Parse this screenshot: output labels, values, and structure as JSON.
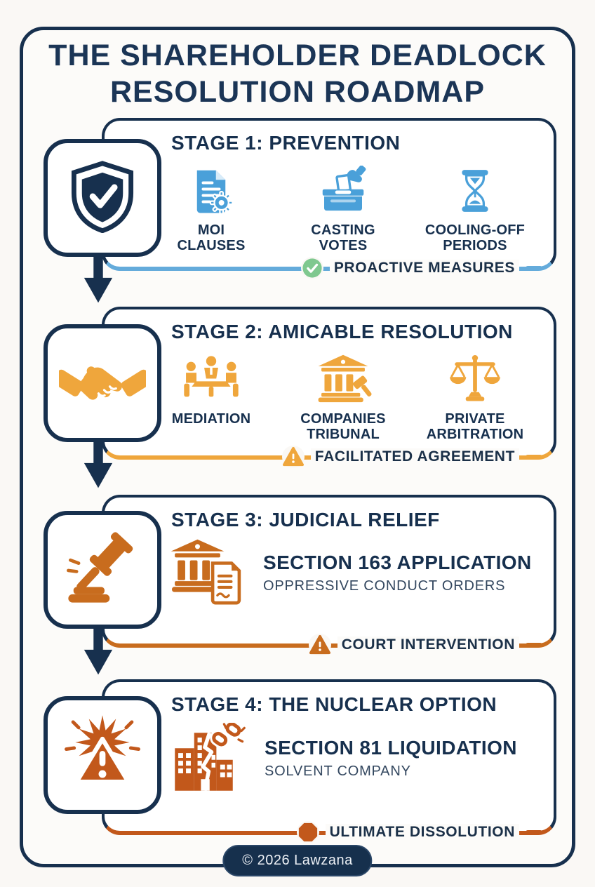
{
  "title": "THE SHAREHOLDER DEADLOCK RESOLUTION ROADMAP",
  "footer": {
    "copyright": "© 2026 Lawzana"
  },
  "colors": {
    "navy": "#17304E",
    "background": "#FAF8F5",
    "card_bg": "#FFFFFF",
    "stage1_accent": "#64ABDB",
    "stage1_icon_blue": "#4AA0D9",
    "stage2_accent": "#EFA63C",
    "stage3_accent": "#C86C1E",
    "stage4_accent": "#C2581B",
    "badge_green": "#7FC88F"
  },
  "stages": [
    {
      "heading": "STAGE 1: PREVENTION",
      "side_icon": "shield-check",
      "items": [
        {
          "icon": "document-gear",
          "label": "MOI\nCLAUSES"
        },
        {
          "icon": "ballot-box",
          "label": "CASTING\nVOTES"
        },
        {
          "icon": "hourglass",
          "label": "COOLING-OFF\nPERIODS"
        }
      ],
      "badge": {
        "icon": "check-circle",
        "label": "PROACTIVE MEASURES"
      }
    },
    {
      "heading": "STAGE 2: AMICABLE RESOLUTION",
      "side_icon": "handshake",
      "items": [
        {
          "icon": "mediation-table",
          "label": "MEDIATION"
        },
        {
          "icon": "courthouse-gavel",
          "label": "COMPANIES\nTRIBUNAL"
        },
        {
          "icon": "scales",
          "label": "PRIVATE\nARBITRATION"
        }
      ],
      "badge": {
        "icon": "warning-triangle",
        "label": "FACILITATED AGREEMENT"
      }
    },
    {
      "heading": "STAGE 3: JUDICIAL RELIEF",
      "side_icon": "gavel",
      "feature": {
        "icon": "courthouse-document",
        "title": "SECTION 163 APPLICATION",
        "subtitle": "OPPRESSIVE CONDUCT ORDERS"
      },
      "badge": {
        "icon": "warning-triangle",
        "label": "COURT INTERVENTION"
      }
    },
    {
      "heading": "STAGE 4: THE NUCLEAR OPTION",
      "side_icon": "explosion-warning",
      "feature": {
        "icon": "building-broken-chain",
        "title": "SECTION 81 LIQUIDATION",
        "subtitle": "SOLVENT COMPANY"
      },
      "badge": {
        "icon": "octagon",
        "label": "ULTIMATE DISSOLUTION"
      }
    }
  ]
}
